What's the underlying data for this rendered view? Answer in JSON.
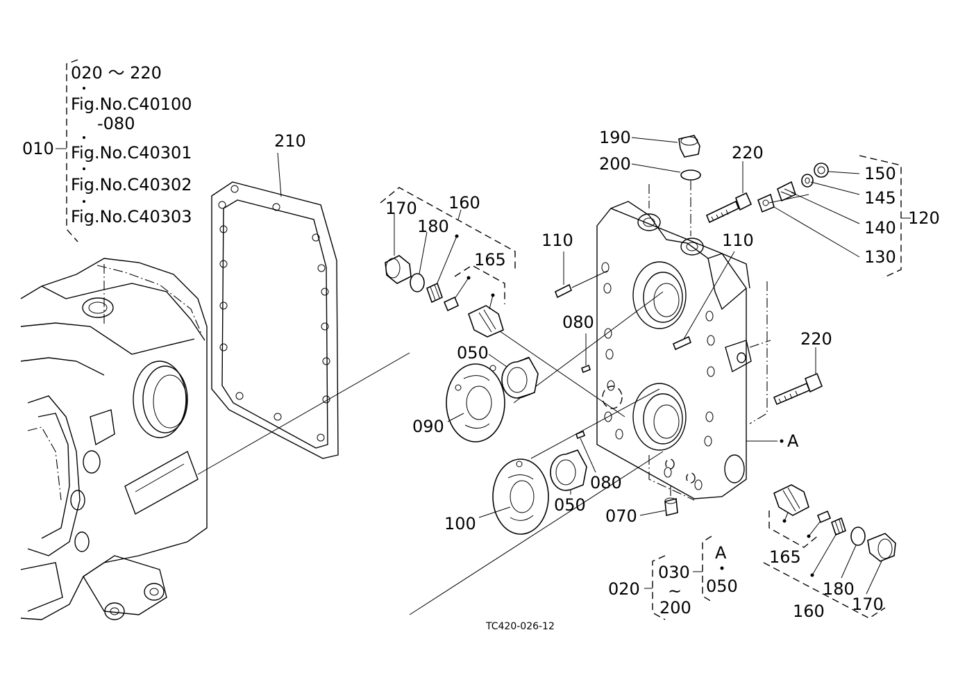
{
  "figure_code": "TC420-026-12",
  "labels": {
    "l010": "010",
    "l020": "020",
    "l030": "030",
    "l050a": "050",
    "l050b": "050",
    "l050c": "050",
    "l070": "070",
    "l080a": "080",
    "l080b": "080",
    "l090": "090",
    "l100": "100",
    "l110a": "110",
    "l110b": "110",
    "l120": "120",
    "l130": "130",
    "l140": "140",
    "l145": "145",
    "l150": "150",
    "l160a": "160",
    "l160b": "160",
    "l165a": "165",
    "l165b": "165",
    "l170a": "170",
    "l170b": "170",
    "l180a": "180",
    "l180b": "180",
    "l190": "190",
    "l200a": "200",
    "l200b": "200",
    "l210": "210",
    "l220a": "220",
    "l220b": "220",
    "lA1": "A",
    "lA2": "A",
    "tilde": "~"
  },
  "reference_list": {
    "range": "020 ～ 220",
    "fig1": "Fig.No.C40100",
    "fig1_suffix": "-080",
    "fig2": "Fig.No.C40301",
    "fig3": "Fig.No.C40302",
    "fig4": "Fig.No.C40303"
  }
}
